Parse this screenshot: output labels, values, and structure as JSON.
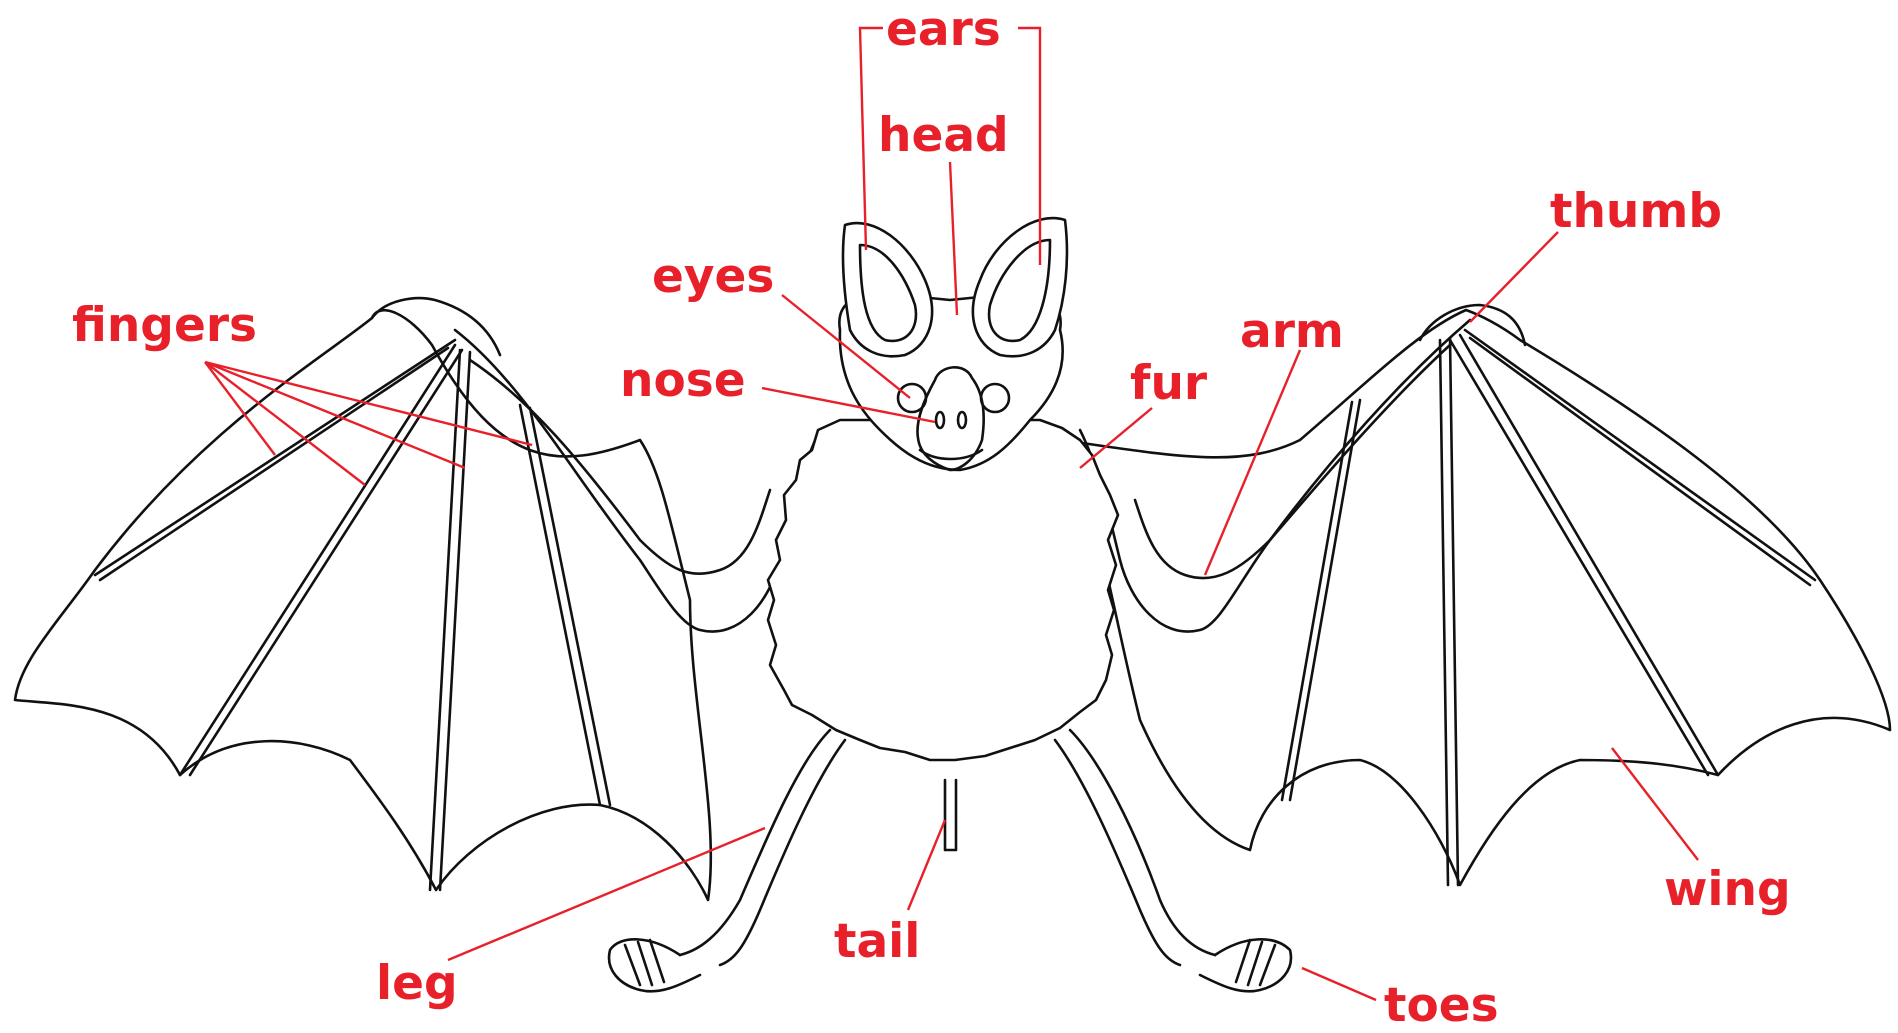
{
  "labels": {
    "ears": "ears",
    "head": "head",
    "eyes": "eyes",
    "nose": "nose",
    "fingers": "fingers",
    "fur": "fur",
    "arm": "arm",
    "thumb": "thumb",
    "wing": "wing",
    "leg": "leg",
    "tail": "tail",
    "toes": "toes"
  },
  "colors": {
    "label": "#e8202a",
    "outline": "#111111",
    "background": "#ffffff"
  }
}
